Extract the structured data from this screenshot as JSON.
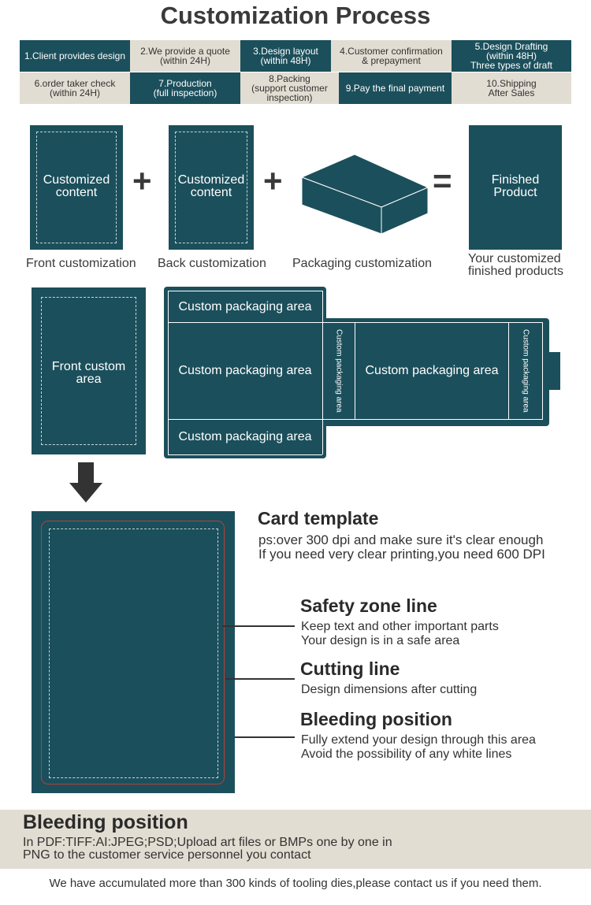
{
  "title": "Customization Process",
  "steps": {
    "s1": "1.Client provides design",
    "s2": "2.We provide a quote\n(within 24H)",
    "s3": "3.Design layout\n(within 48H)",
    "s4": "4.Customer confirmation\n& prepayment",
    "s5": "5.Design Drafting\n(within 48H)\nThree types of draft",
    "s6": "6.order taker check\n(within 24H)",
    "s7": "7.Production\n(full inspection)",
    "s8": "8.Packing\n(support customer\ninspection)",
    "s9": "9.Pay the final payment",
    "s10": "10.Shipping\nAfter Sales"
  },
  "equation": {
    "front_card_text": "Customized\ncontent",
    "back_card_text": "Customized\ncontent",
    "plus": "+",
    "equals": "=",
    "finished_text": "Finished\nProduct",
    "front_caption": "Front customization",
    "back_caption": "Back customization",
    "packaging_caption": "Packaging customization",
    "finished_caption": "Your customized\nfinished products"
  },
  "layout_section": {
    "front_area": "Front custom\narea",
    "pkg_top": "Custom packaging area",
    "pkg_left": "Custom packaging area",
    "pkg_side1": "Custom packaging area",
    "pkg_center": "Custom packaging area",
    "pkg_side2": "Custom packaging area",
    "pkg_bottom": "Custom packaging area"
  },
  "template": {
    "heading": "Card template",
    "note": "ps:over 300 dpi and make sure it's clear enough\nIf you need very clear printing,you need 600 DPI",
    "safety_title": "Safety zone line",
    "safety_desc": "Keep text and other important parts\nYour design is in a safe area",
    "cutting_title": "Cutting line",
    "cutting_desc": "Design dimensions after cutting",
    "bleeding_title": "Bleeding position",
    "bleeding_desc": "Fully extend your design through this area\nAvoid the possibility of any white lines"
  },
  "bottom": {
    "heading": "Bleeding position",
    "text": "In PDF:TIFF:AI:JPEG;PSD;Upload art files or BMPs one by one in\nPNG to the customer service personnel you contact",
    "footer": "We have accumulated more than 300 kinds of tooling dies,please contact us if you need them."
  },
  "colors": {
    "teal": "#1b4f5b",
    "beige": "#e2ddd2",
    "cut_line": "#b4413a"
  }
}
